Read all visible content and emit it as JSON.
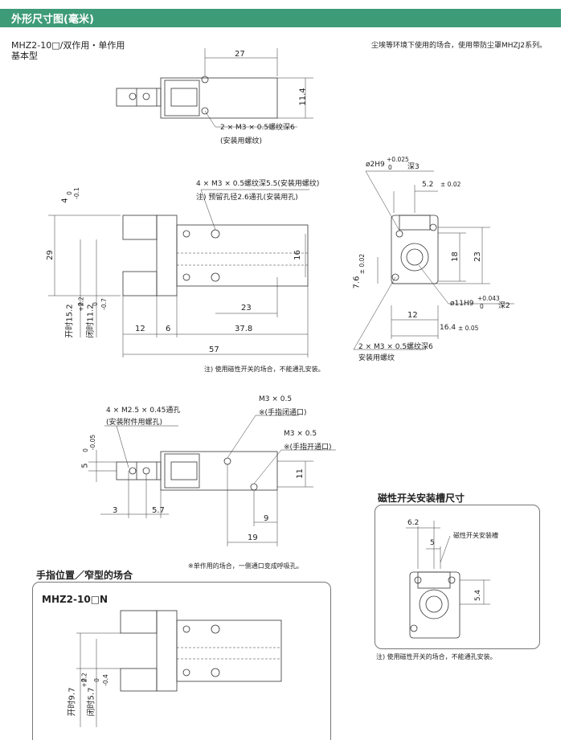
{
  "header": {
    "title": "外形尺寸图(毫米)"
  },
  "section1": {
    "model": "MHZ2-10□/双作用・单作用",
    "variant": "基本型"
  },
  "note_top_right": "尘埃等环境下使用的场合，使用带防尘罩MHZJ2系列。",
  "view1": {
    "dim_27": "27",
    "dim_11_4": "11.4",
    "thread": "2 × M3 × 0.5螺纹深6",
    "thread_note": "(安装用螺纹)"
  },
  "view2": {
    "thread": "4 × M3 × 0.5螺纹深5.5(安装用螺纹)",
    "hole_note": "注) 预留孔径2.6通孔(安装用孔)",
    "dim_4": "4",
    "tol_4_upper": "0",
    "tol_4_lower": "-0.1",
    "dim_29": "29",
    "dim_16": "16",
    "dim_23": "23",
    "open_label": "开时15.2",
    "open_tol_upper": "+2.2",
    "open_tol_lower": "0",
    "close_label": "闭时11.2",
    "close_tol_upper": "0",
    "close_tol_lower": "-0.7",
    "dim_12": "12",
    "dim_6": "6",
    "dim_37_8": "37.8",
    "dim_57": "57",
    "note": "注) 使用磁性开关的场合，不能通孔安装。"
  },
  "view3": {
    "pin": "ø2H9",
    "pin_tol_upper": "+0.025",
    "pin_tol_lower": "0",
    "pin_depth": "深3",
    "dim_5_2": "5.2",
    "tol_5_2": "± 0.02",
    "dim_18": "18",
    "dim_23": "23",
    "dim_7_6": "7.6",
    "tol_7_6": "± 0.02",
    "bore": "ø11H9",
    "bore_tol_upper": "+0.043",
    "bore_tol_lower": "0",
    "bore_depth": "深2",
    "dim_12": "12",
    "dim_16_4": "16.4",
    "tol_16_4": "± 0.05",
    "thread": "2 × M3 × 0.5螺纹深6",
    "thread_note": "安装用螺纹"
  },
  "view4": {
    "thread": "4 × M2.5 × 0.45通孔",
    "thread_note": "(安装附件用螺孔)",
    "port1": "M3 × 0.5",
    "port1_note": "※(手指闭通口)",
    "port2": "M3 × 0.5",
    "port2_note": "※(手指开通口)",
    "dim_5": "5",
    "tol_5_upper": "0",
    "tol_5_lower": "-0.05",
    "dim_11": "11",
    "dim_3": "3",
    "dim_5_7": "5.7",
    "dim_9": "9",
    "dim_19": "19",
    "note": "※单作用的场合，一侧通口变成呼吸孔。"
  },
  "section2": {
    "title": "手指位置／窄型的场合",
    "model": "MHZ2-10□N",
    "open_label": "开时9.7",
    "open_tol_upper": "+2.2",
    "open_tol_lower": "0",
    "close_label": "闭时5.7",
    "close_tol_upper": "0",
    "close_tol_lower": "-0.4"
  },
  "section3": {
    "title": "磁性开关安装槽尺寸",
    "dim_6_2": "6.2",
    "dim_5": "5",
    "dim_5_4": "5.4",
    "slot_label": "磁性开关安装槽",
    "note": "注) 使用磁性开关的场合，不能通孔安装。"
  }
}
